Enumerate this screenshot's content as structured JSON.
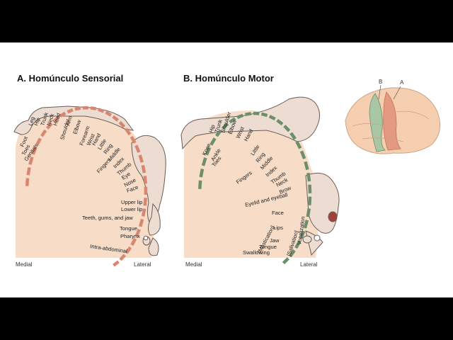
{
  "panel_a": {
    "title": "A. Homúnculo Sensorial",
    "medial": "Medial",
    "lateral": "Lateral",
    "labels": [
      "Leg",
      "Hip",
      "Trunk",
      "Neck",
      "Head",
      "Shoulder",
      "Arm",
      "Elbow",
      "Forearm",
      "Wrist",
      "Hand",
      "Little",
      "Ring",
      "Middle",
      "Index",
      "Thumb",
      "Eye",
      "Nose",
      "Face",
      "Upper lip",
      "Lower lip",
      "Teeth, gums, and jaw",
      "Tongue",
      "Pharynx",
      "Intra-abdominal",
      "Foot",
      "Toes",
      "Genitals",
      "Fingers"
    ]
  },
  "panel_b": {
    "title": "B. Homúnculo Motor",
    "medial": "Medial",
    "lateral": "Lateral",
    "labels": [
      "Hip",
      "Trunk",
      "Shoulder",
      "Elbow",
      "Wrist",
      "Hand",
      "Little",
      "Ring",
      "Middle",
      "Index",
      "Thumb",
      "Neck",
      "Brow",
      "Eyelid and eyeball",
      "Face",
      "Lips",
      "Jaw",
      "Tongue",
      "Swallowing",
      "Knee",
      "Ankle",
      "Toes",
      "Fingers",
      "[Mastication]",
      "[Salivation]",
      "Vocalization"
    ]
  },
  "brain_inset": {
    "mark_b": "B",
    "mark_a": "A"
  },
  "colors": {
    "sensory": "#d98670",
    "motor": "#6b8f6a",
    "skin": "#f3d9c7",
    "cortex": "#f7dcc8",
    "brain": "#f5cfb0"
  }
}
